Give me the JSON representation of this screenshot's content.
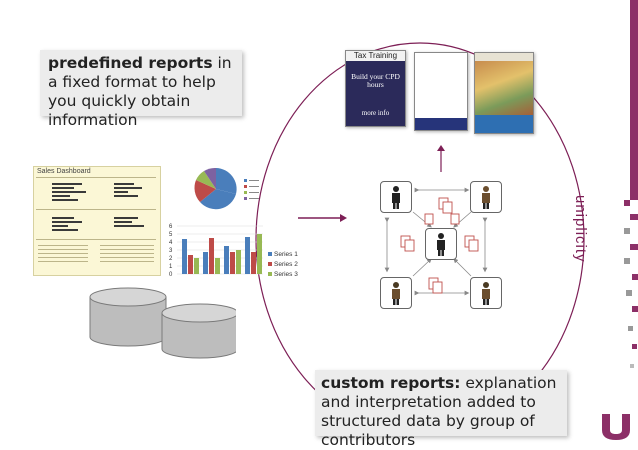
{
  "callout_top": {
    "bold": "predefined reports",
    "rest": " in a fixed format to help you quickly obtain information"
  },
  "callout_bottom": {
    "bold": "custom reports:",
    "rest": "  explanation and interpretation added to structured data by group of contributors"
  },
  "brand": {
    "text": "uniplicity",
    "accent": "#7d1f56"
  },
  "dashboard": {
    "title": "Sales Dashboard"
  },
  "covers": {
    "tax": {
      "header": "Tax Training",
      "title": "Build your CPD hours",
      "footer": "more info"
    }
  },
  "bar_chart": {
    "y_ticks": [
      "6",
      "5",
      "4",
      "3",
      "2",
      "1",
      "0"
    ],
    "series": [
      "Series 1",
      "Series 2",
      "Series 3"
    ],
    "colors": [
      "#4a7ebb",
      "#be4b48",
      "#98b954"
    ]
  },
  "pie_chart": {
    "colors": [
      "#4a7ebb",
      "#be4b48",
      "#98b954",
      "#7e62a1"
    ]
  }
}
